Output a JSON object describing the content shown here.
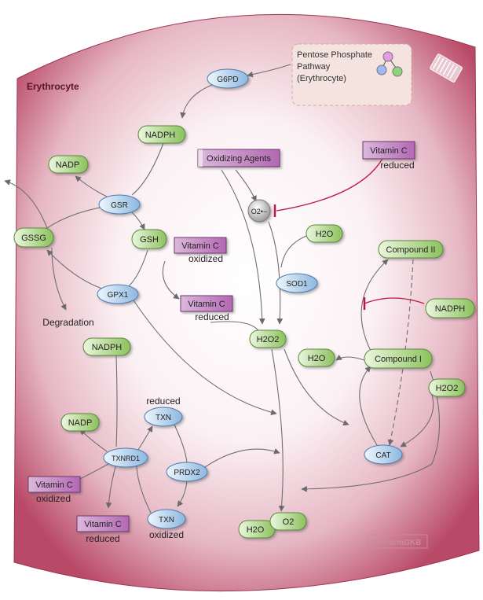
{
  "cell_label": "Erythrocyte",
  "ppp_text": [
    "Pentose Phosphate",
    "Pathway",
    "(Erythrocyte)"
  ],
  "watermark": "©PharmGKB",
  "small_molecules": {
    "nadph_top": "NADPH",
    "nadp_top": "NADP",
    "gssg": "GSSG",
    "gsh": "GSH",
    "h2o_sod": "H2O",
    "compound_ii": "Compound II",
    "nadph_right": "NADPH",
    "h2o2_mid": "H2O2",
    "h2o_cat": "H2O",
    "compound_i": "Compound I",
    "h2o2_right": "H2O2",
    "nadph_bottom": "NADPH",
    "nadp_bottom": "NADP",
    "h2o_bottom": "H2O",
    "o2_bottom": "O2",
    "o2_radical": "O2•−"
  },
  "genes": {
    "g6pd": "G6PD",
    "gsr": "GSR",
    "gpx1": "GPX1",
    "sod1": "SOD1",
    "txn_top": "TXN",
    "txnrd1": "TXNRD1",
    "prdx2": "PRDX2",
    "txn_bottom": "TXN",
    "cat": "CAT"
  },
  "drugs": {
    "oxidizing_agents": "Oxidizing Agents",
    "vitc_top": "Vitamin C",
    "vitc_gsh": "Vitamin C",
    "vitc_gpx": "Vitamin C",
    "vitc_left": "Vitamin C",
    "vitc_bottom": "Vitamin C"
  },
  "labels": {
    "reduced_top": "reduced",
    "oxidized_gsh": "oxidized",
    "reduced_gpx": "reduced",
    "degradation": "Degradation",
    "reduced_txn": "reduced",
    "oxidized_txn": "oxidized",
    "oxidized_left": "oxidized",
    "reduced_bottom": "reduced"
  },
  "colors": {
    "cell_edge": "#b5405e",
    "cell_center": "#ffffff",
    "small_molecule": "#a6cf7a",
    "gene": "#9ec3e6",
    "drug": "#b46bb4",
    "inhibition": "#c0144a",
    "arrow": "#7a7a7a"
  }
}
